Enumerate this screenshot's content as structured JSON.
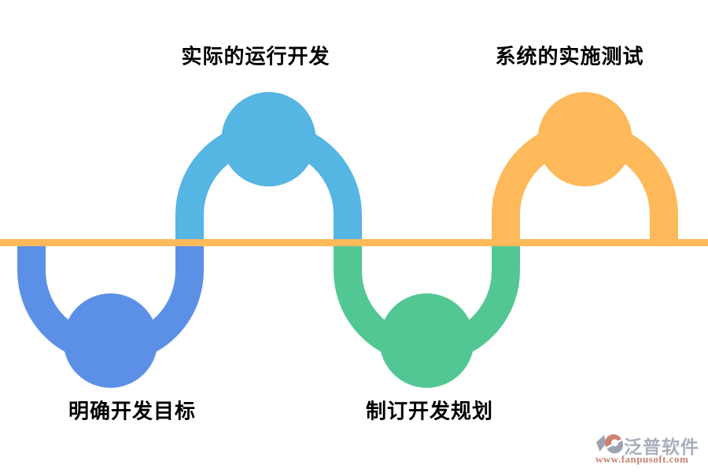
{
  "diagram": {
    "type": "process-wave",
    "steps": [
      {
        "label": "明确开发目标",
        "position": "bottom-left",
        "node_color": "#5C90E6"
      },
      {
        "label": "实际的运行开发",
        "position": "top-left",
        "node_color": "#55B5E3"
      },
      {
        "label": "制订开发规划",
        "position": "bottom-center",
        "node_color": "#53C793"
      },
      {
        "label": "系统的实施测试",
        "position": "top-right",
        "node_color": "#FDB95A"
      }
    ]
  },
  "colors": {
    "blue": "#5C90E6",
    "sky": "#55B5E3",
    "green": "#53C793",
    "orange": "#FDB95A",
    "line": "#FDB95A",
    "logo_gray": "#9CA3B2",
    "logo_salmon": "#CE8170",
    "logo_text": "#A9AEBC",
    "logo_url_text": "#CC8170"
  },
  "watermark": {
    "brand": "泛普软件",
    "url": "www.fanpusoft.com"
  }
}
